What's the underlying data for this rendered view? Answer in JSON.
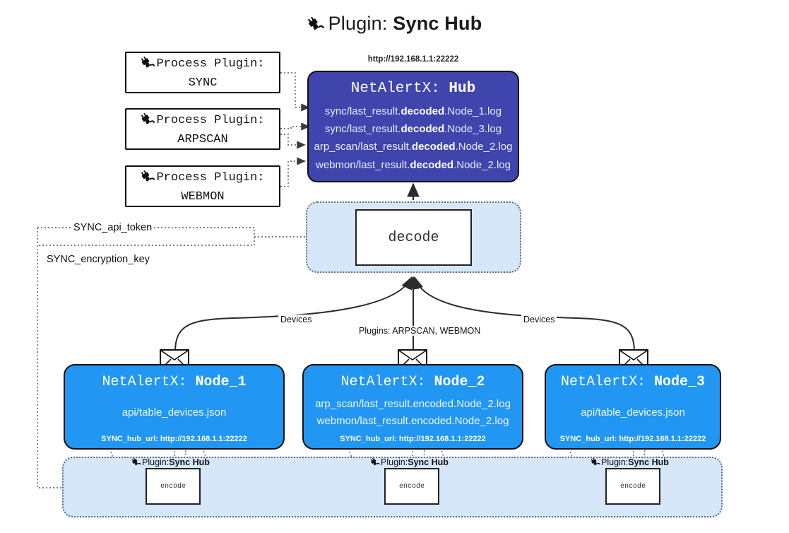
{
  "title": {
    "icon": "plug-icon",
    "prefix": "Plugin: ",
    "name": "Sync Hub"
  },
  "process_plugins": [
    {
      "icon": "plug-icon",
      "label": "Process Plugin:",
      "name": "SYNC"
    },
    {
      "icon": "plug-icon",
      "label": "Process Plugin:",
      "name": "ARPSCAN"
    },
    {
      "icon": "plug-icon",
      "label": "Process Plugin:",
      "name": "WEBMON"
    }
  ],
  "hub": {
    "url_label": "http://192.168.1.1:22222",
    "title_prefix": "NetAlertX: ",
    "title_name": "Hub",
    "logs": [
      {
        "pre": "sync/last_result.",
        "em": "decoded",
        "post": ".Node_1.log"
      },
      {
        "pre": "sync/last_result.",
        "em": "decoded",
        "post": ".Node_3.log"
      },
      {
        "pre": "arp_scan/last_result.",
        "em": "decoded",
        "post": ".Node_2.log"
      },
      {
        "pre": "webmon/last_result.",
        "em": "decoded",
        "post": ".Node_2.log"
      }
    ]
  },
  "decode": {
    "label": "decode"
  },
  "tokens": [
    {
      "label": "SYNC_api_token"
    },
    {
      "label": "SYNC_encryption_key"
    }
  ],
  "edge_labels": {
    "devices_left": "Devices",
    "devices_right": "Devices",
    "plugins_center": "Plugins: ARPSCAN, WEBMON"
  },
  "nodes": [
    {
      "icon": "envelope-icon",
      "title_prefix": "NetAlertX: ",
      "title_name": "Node_1",
      "lines": [
        "api/table_devices.json"
      ],
      "footer": "SYNC_hub_url: http://192.168.1.1:22222",
      "plugin_label": {
        "icon": "plug-icon",
        "prefix": "Plugin: ",
        "name": "Sync Hub"
      },
      "encode_label": "encode"
    },
    {
      "icon": "envelope-icon",
      "title_prefix": "NetAlertX: ",
      "title_name": "Node_2",
      "lines": [
        "arp_scan/last_result.encoded.Node_2.log",
        "webmon/last_result.encoded.Node_2.log"
      ],
      "footer": "SYNC_hub_url: http://192.168.1.1:22222",
      "plugin_label": {
        "icon": "plug-icon",
        "prefix": "Plugin: ",
        "name": "Sync Hub"
      },
      "encode_label": "encode"
    },
    {
      "icon": "envelope-icon",
      "title_prefix": "NetAlertX: ",
      "title_name": "Node_3",
      "lines": [
        "api/table_devices.json"
      ],
      "footer": "SYNC_hub_url: http://192.168.1.1:22222",
      "plugin_label": {
        "icon": "plug-icon",
        "prefix": "Plugin: ",
        "name": "Sync Hub"
      },
      "encode_label": "encode"
    }
  ],
  "colors": {
    "hub_fill": "#4045ae",
    "node_fill": "#2196f3",
    "band_fill": "#d6e7f9",
    "stroke": "#111111",
    "dotted_stroke": "#555555"
  }
}
